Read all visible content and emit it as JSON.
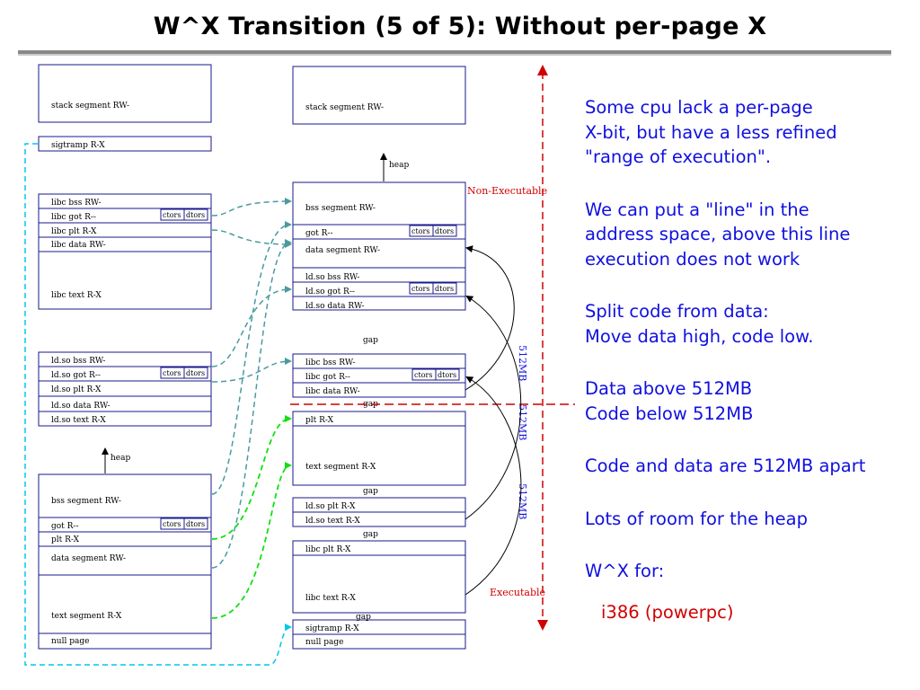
{
  "title": "W^X Transition (5 of 5): Without per-page X",
  "left_column": {
    "stack": "stack segment RW-",
    "sigtramp": "sigtramp R-X",
    "libc_bss": "libc bss RW-",
    "libc_got": "libc got R--",
    "libc_plt": "libc plt R-X",
    "libc_data": "libc data RW-",
    "libc_text": "libc text R-X",
    "ldso_bss": "ld.so bss RW-",
    "ldso_got": "ld.so got R--",
    "ldso_plt": "ld.so plt R-X",
    "ldso_data": "ld.so data RW-",
    "ldso_text": "ld.so text R-X",
    "heap": "heap",
    "bss": "bss segment RW-",
    "got": "got R--",
    "plt": "plt R-X",
    "data": "data segment RW-",
    "text": "text segment R-X",
    "null": "null page"
  },
  "right_column": {
    "stack": "stack segment RW-",
    "heap": "heap",
    "bss": "bss segment RW-",
    "got": "got R--",
    "data": "data segment RW-",
    "ldso_bss": "ld.so bss RW-",
    "ldso_got": "ld.so got R--",
    "ldso_data": "ld.so data RW-",
    "gap": "gap",
    "libc_bss": "libc bss RW-",
    "libc_got": "libc got R--",
    "libc_data": "libc data RW-",
    "plt": "plt R-X",
    "text": "text segment R-X",
    "ldso_plt": "ld.so plt R-X",
    "ldso_text": "ld.so text R-X",
    "libc_plt": "libc plt R-X",
    "libc_text": "libc text R-X",
    "sigtramp": "sigtramp R-X",
    "null": "null page"
  },
  "tags": {
    "ctors": "ctors",
    "dtors": "dtors"
  },
  "labels": {
    "non_executable": "Non-Executable",
    "executable": "Executable",
    "size_512": "512MB"
  },
  "colors": {
    "red": "#d00000",
    "blue": "#1010e0",
    "cyan": "#00c8e8",
    "teal": "#4a9aa0",
    "green": "#10e010",
    "box": "#1a1a8c"
  },
  "bullets": [
    "Some cpu lack a per-page\nX-bit, but have a less refined\n\"range of execution\".",
    "We can put a \"line\" in the\naddress space, above this line\nexecution does not work",
    "Split code from data:\nMove data high, code low.",
    "Data above 512MB\nCode below 512MB",
    "Code and data are 512MB apart",
    "Lots of room for the heap",
    "W^X for:"
  ],
  "platforms": "i386  (powerpc)"
}
